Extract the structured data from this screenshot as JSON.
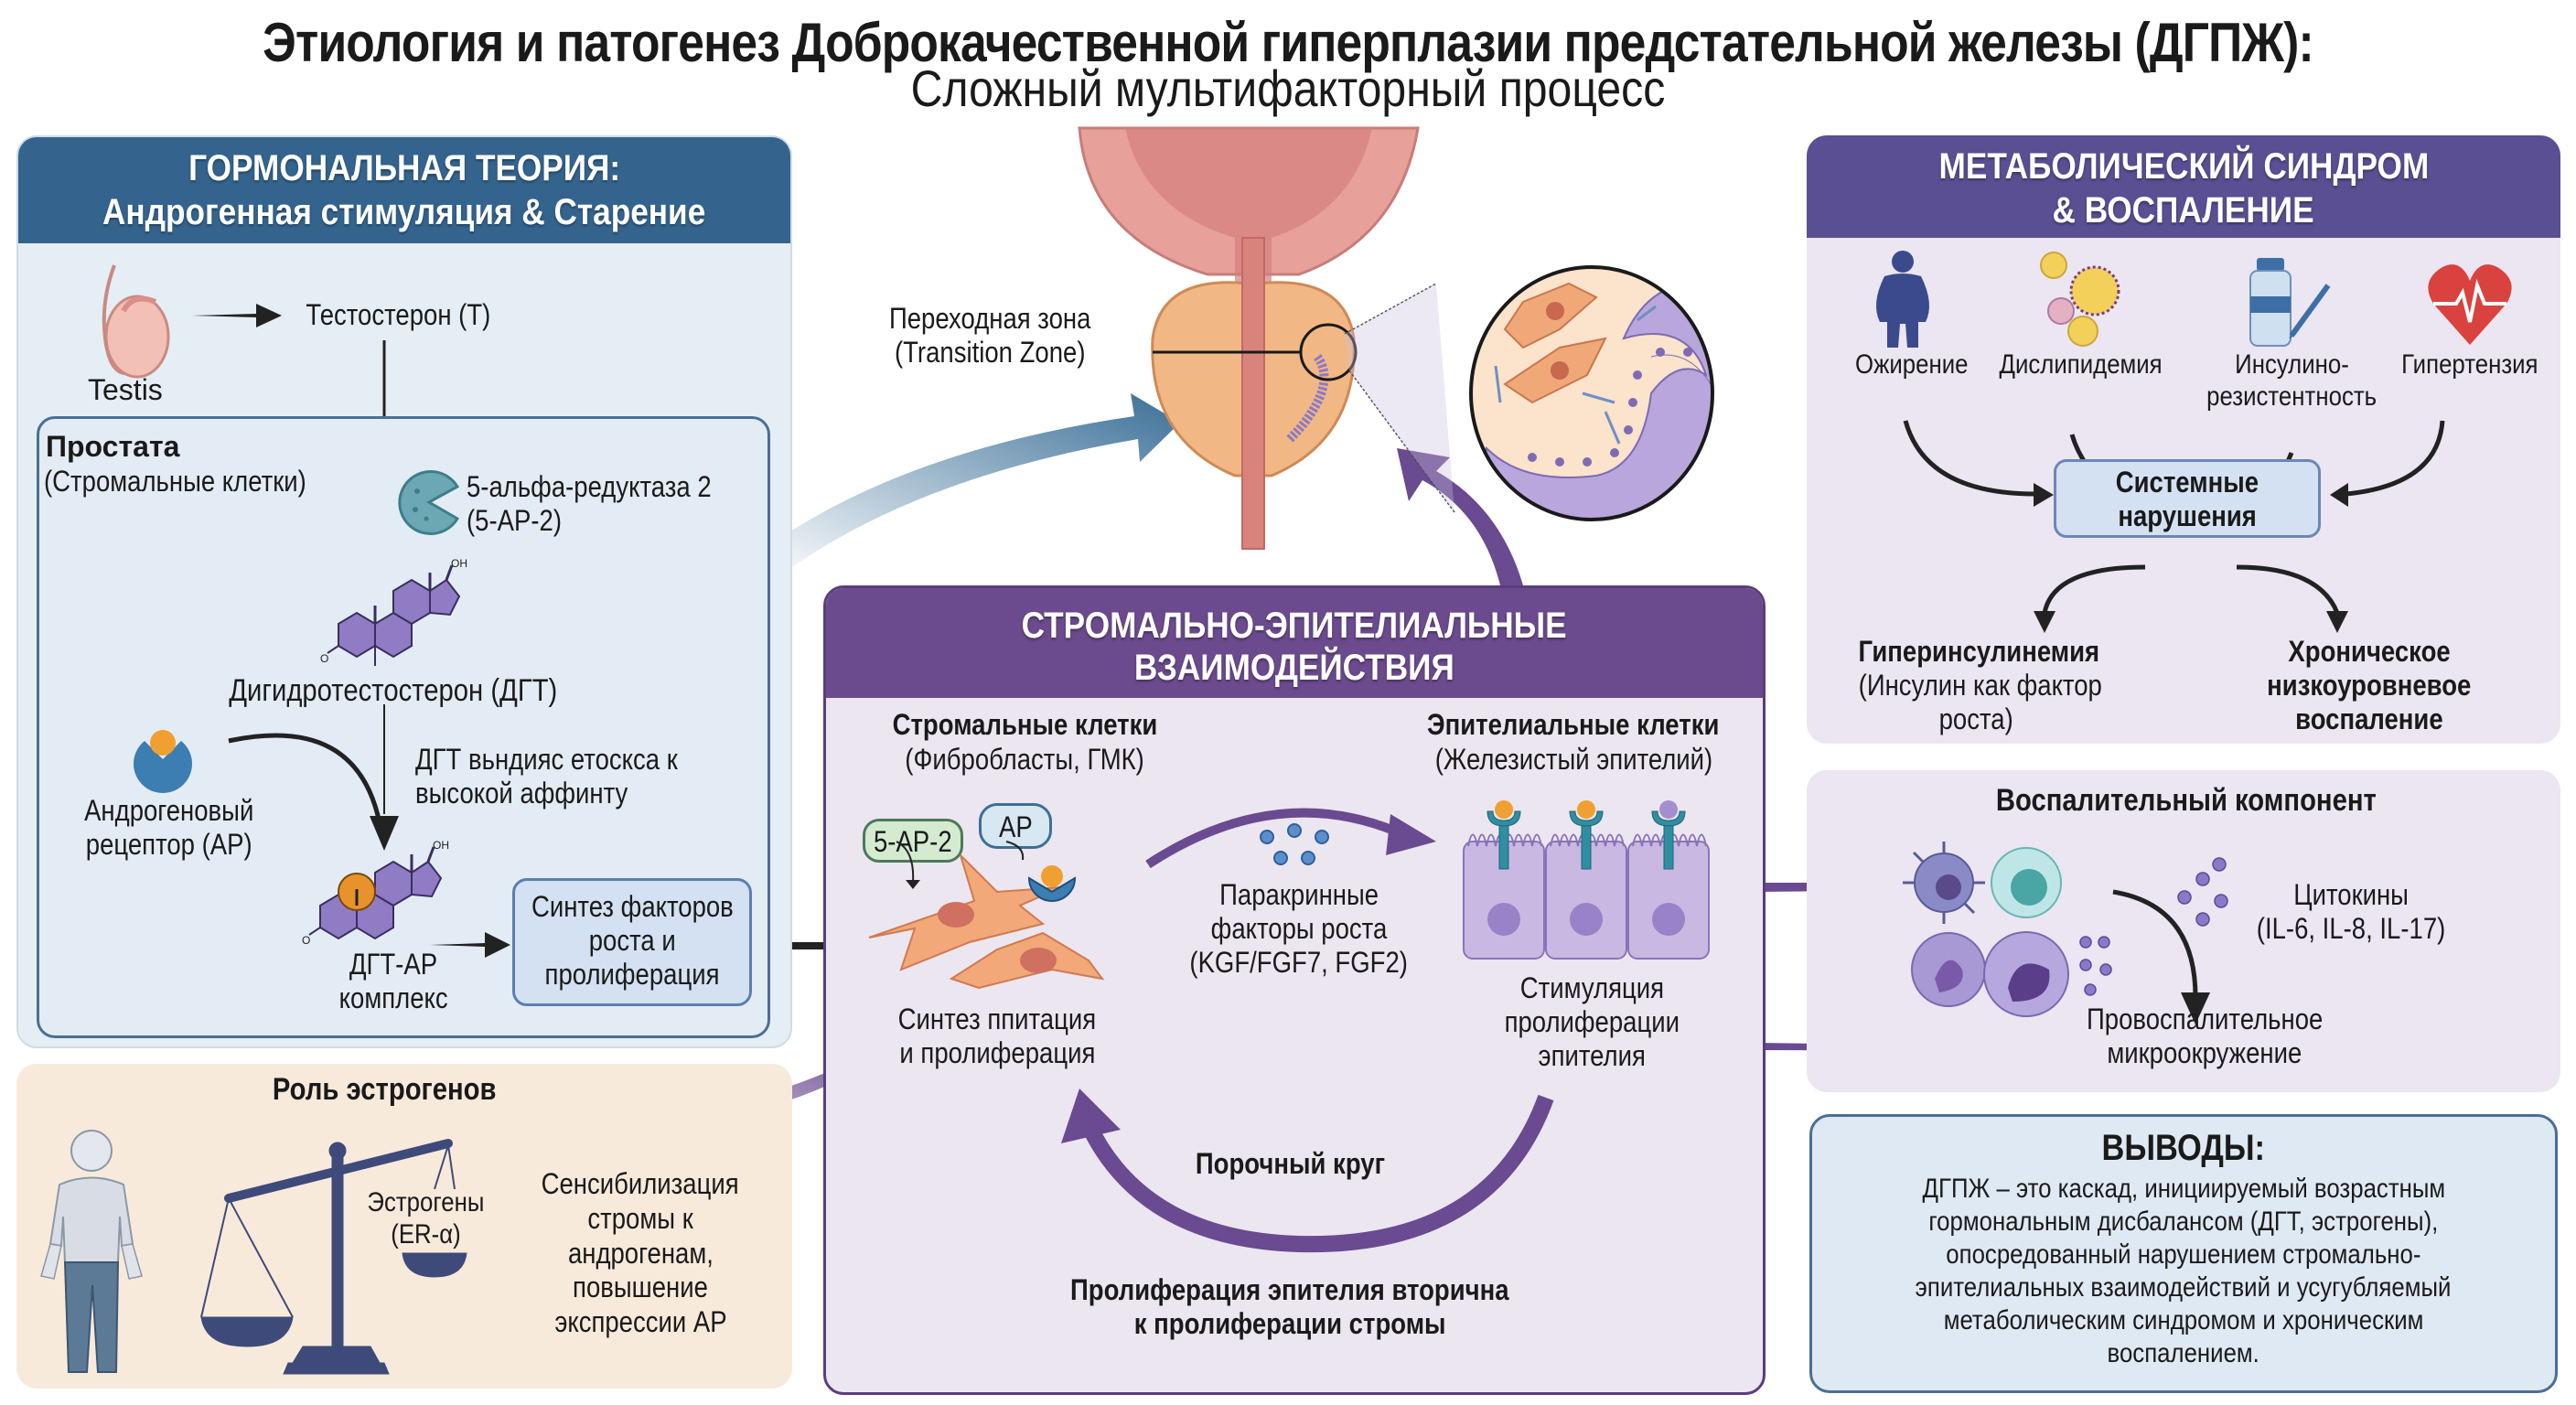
{
  "title": {
    "main": "Этиология и патогенез Доброкачественной гиперплазии предстательной железы (ДГПЖ):",
    "subtitle": "Сложный мультифакторный процесс"
  },
  "hormonal": {
    "header_line1": "ГОРМОНАЛЬНАЯ ТЕОРИЯ:",
    "header_line2": "Андрогенная стимуляция & Старение",
    "testis_label": "Testis",
    "testosterone": "Тестостерон (Т)",
    "prostata_title": "Простата",
    "prostata_subtitle": "(Стромальные клетки)",
    "enzyme_line1": "5-альфа-редуктаза 2",
    "enzyme_line2": "(5-АР-2)",
    "oh_label": "OH",
    "o_label": "O",
    "dht": "Дигидротестостерон (ДГТ)",
    "receptor_line1": "Андрогеновый",
    "receptor_line2": "рецептор (АР)",
    "binding_line1": "ДГТ вьндияс етоскса к",
    "binding_line2": "высокой аффинту",
    "complex_line1": "ДГТ-АР",
    "complex_line2": "комплекс",
    "growth_line1": "Синтез факторов",
    "growth_line2": "роста и",
    "growth_line3": "пролиферация"
  },
  "estrogen": {
    "title": "Роль эстрогенов",
    "scale_label_line1": "Эстрогены",
    "scale_label_line2": "(ER-α)",
    "effect_lines": [
      "Сенсибилизация",
      "стромы к",
      "андрогенам,",
      "повышение",
      "экспрессии АР"
    ]
  },
  "prostate_illustration": {
    "zone_line1": "Переходная зона",
    "zone_line2": "(Transition Zone)"
  },
  "stromal": {
    "header_line1": "СТРОМАЛЬНО-ЭПИТЕЛИАЛЬНЫЕ",
    "header_line2": "ВЗАИМОДЕЙСТВИЯ",
    "stromal_title": "Стромальные клетки",
    "stromal_subtitle": "(Фибробласты, ГМК)",
    "epithelial_title": "Эпителиальные клетки",
    "epithelial_subtitle": "(Железистый эпителий)",
    "tag_enzyme": "5-АР-2",
    "tag_receptor": "АР",
    "paracrine_lines": [
      "Паракринные",
      "факторы роста",
      "(KGF/FGF7, FGF2)"
    ],
    "stromal_result_line1": "Синтез ппитация",
    "stromal_result_line2": "и пролиферация",
    "epithelial_result_lines": [
      "Стимуляция",
      "пролиферации",
      "эпителия"
    ],
    "vicious_circle": "Порочный круг",
    "footer_line1": "Пролиферация эпителия вторична",
    "footer_line2": "к пролиферации стромы"
  },
  "metabolic": {
    "header_line1": "МЕТАБОЛИЧЕСКИЙ СИНДРОМ",
    "header_line2": "& ВОСПАЛЕНИЕ",
    "factors": [
      {
        "label": "Ожирение",
        "icon": "obesity-icon"
      },
      {
        "label": "Дислипидемия",
        "icon": "lipid-icon"
      },
      {
        "label": "Инсулино-",
        "label2": "резистентность",
        "icon": "insulin-icon"
      },
      {
        "label": "Гипертензия",
        "icon": "heart-icon"
      }
    ],
    "system_line1": "Системные",
    "system_line2": "нарушения",
    "out_left_title": "Гиперинсулинемия",
    "out_left_line2": "(Инсулин как фактор",
    "out_left_line3": "роста)",
    "out_right_lines": [
      "Хроническое",
      "низкоуровневое",
      "воспаление"
    ]
  },
  "inflammatory": {
    "title": "Воспалительный компонент",
    "cytokines_line1": "Цитокины",
    "cytokines_line2": "(IL-6, IL-8, IL-17)",
    "micro_line1": "Провоспалительное",
    "micro_line2": "микроокружение"
  },
  "conclusions": {
    "title": "ВЫВОДЫ:",
    "lines": [
      "ДГПЖ – это каскад, инициируемый возрастным",
      "гормональным дисбалансом (ДГТ, эстрогены),",
      "опосредованный нарушением стромально-",
      "эпителиальных взаимодействий и усугубляемый",
      "метаболическим синдромом и хроническим",
      "воспалением."
    ]
  },
  "colors": {
    "hormonal_header": "#34648e",
    "stromal_header": "#6b4a8d",
    "metabolic_header": "#5a4f92",
    "estrogen_bg": "#f8eadb",
    "arrow_purple": "#6a4a90",
    "arrow_blue": "#3a6f97"
  }
}
